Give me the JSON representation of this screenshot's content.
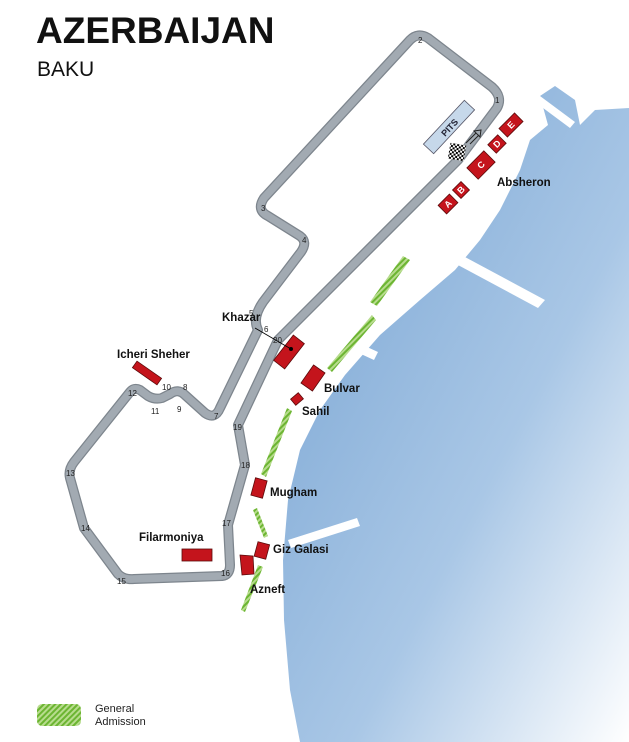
{
  "header": {
    "title": "AZERBAIJAN",
    "subtitle": "BAKU"
  },
  "track": {
    "turns": [
      "1",
      "2",
      "3",
      "4",
      "5",
      "6",
      "7",
      "8",
      "9",
      "10",
      "11",
      "12",
      "13",
      "14",
      "15",
      "16",
      "17",
      "18",
      "19",
      "20"
    ],
    "pits_label": "PITS"
  },
  "grandstands": {
    "absheron": {
      "name": "Absheron",
      "sections": [
        "A",
        "B",
        "C",
        "D",
        "E"
      ]
    },
    "khazar": "Khazar",
    "bulvar": "Bulvar",
    "sahil": "Sahil",
    "icheri_sheher": "Icheri Sheher",
    "mugham": "Mugham",
    "giz_galasi": "Giz Galasi",
    "filarmoniya": "Filarmoniya",
    "azneft": "Azneft"
  },
  "legend": {
    "general_admission_line1": "General",
    "general_admission_line2": "Admission"
  },
  "colors": {
    "track": "#9aa2aa",
    "grandstand": "#c4141c",
    "general_admission": "#7cc242",
    "sea": "#8fb5dc"
  }
}
